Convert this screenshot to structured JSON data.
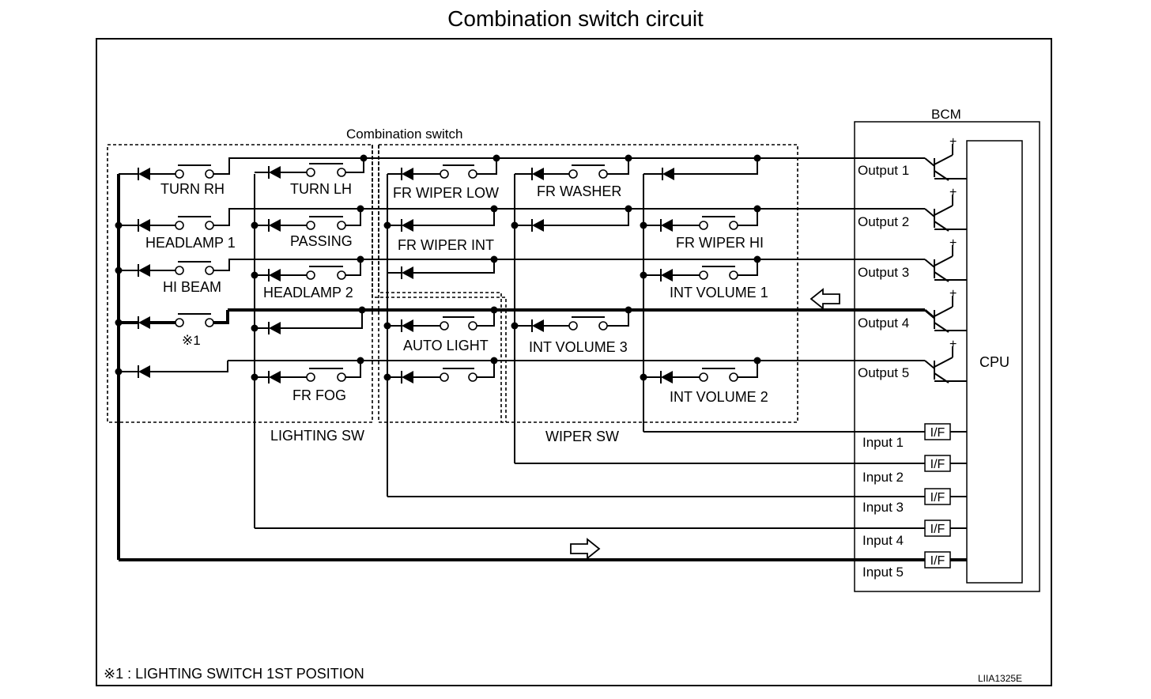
{
  "title": "Combination switch circuit",
  "group_labels": {
    "combination_switch": "Combination switch",
    "lighting_sw": "LIGHTING SW",
    "wiper_sw": "WIPER SW",
    "bcm": "BCM",
    "cpu": "CPU"
  },
  "switches": {
    "turn_rh": "TURN RH",
    "turn_lh": "TURN LH",
    "fr_wiper_low": "FR WIPER LOW",
    "fr_washer": "FR WASHER",
    "headlamp_1": "HEADLAMP 1",
    "passing": "PASSING",
    "fr_wiper_int": "FR WIPER INT",
    "fr_wiper_hi": "FR WIPER HI",
    "hi_beam": "HI BEAM",
    "headlamp_2": "HEADLAMP 2",
    "int_volume_1": "INT VOLUME 1",
    "note_mark": "※1",
    "auto_light": "AUTO LIGHT",
    "int_volume_3": "INT VOLUME 3",
    "fr_fog": "FR FOG",
    "int_volume_2": "INT VOLUME 2"
  },
  "outputs": [
    "Output 1",
    "Output 2",
    "Output 3",
    "Output 4",
    "Output 5"
  ],
  "inputs": [
    "Input 1",
    "Input 2",
    "Input 3",
    "Input 4",
    "Input 5"
  ],
  "interface_label": "I/F",
  "plus_sign": "+",
  "footnote": "※1 : LIGHTING SWITCH 1ST POSITION",
  "figure_code": "LIIA1325E"
}
